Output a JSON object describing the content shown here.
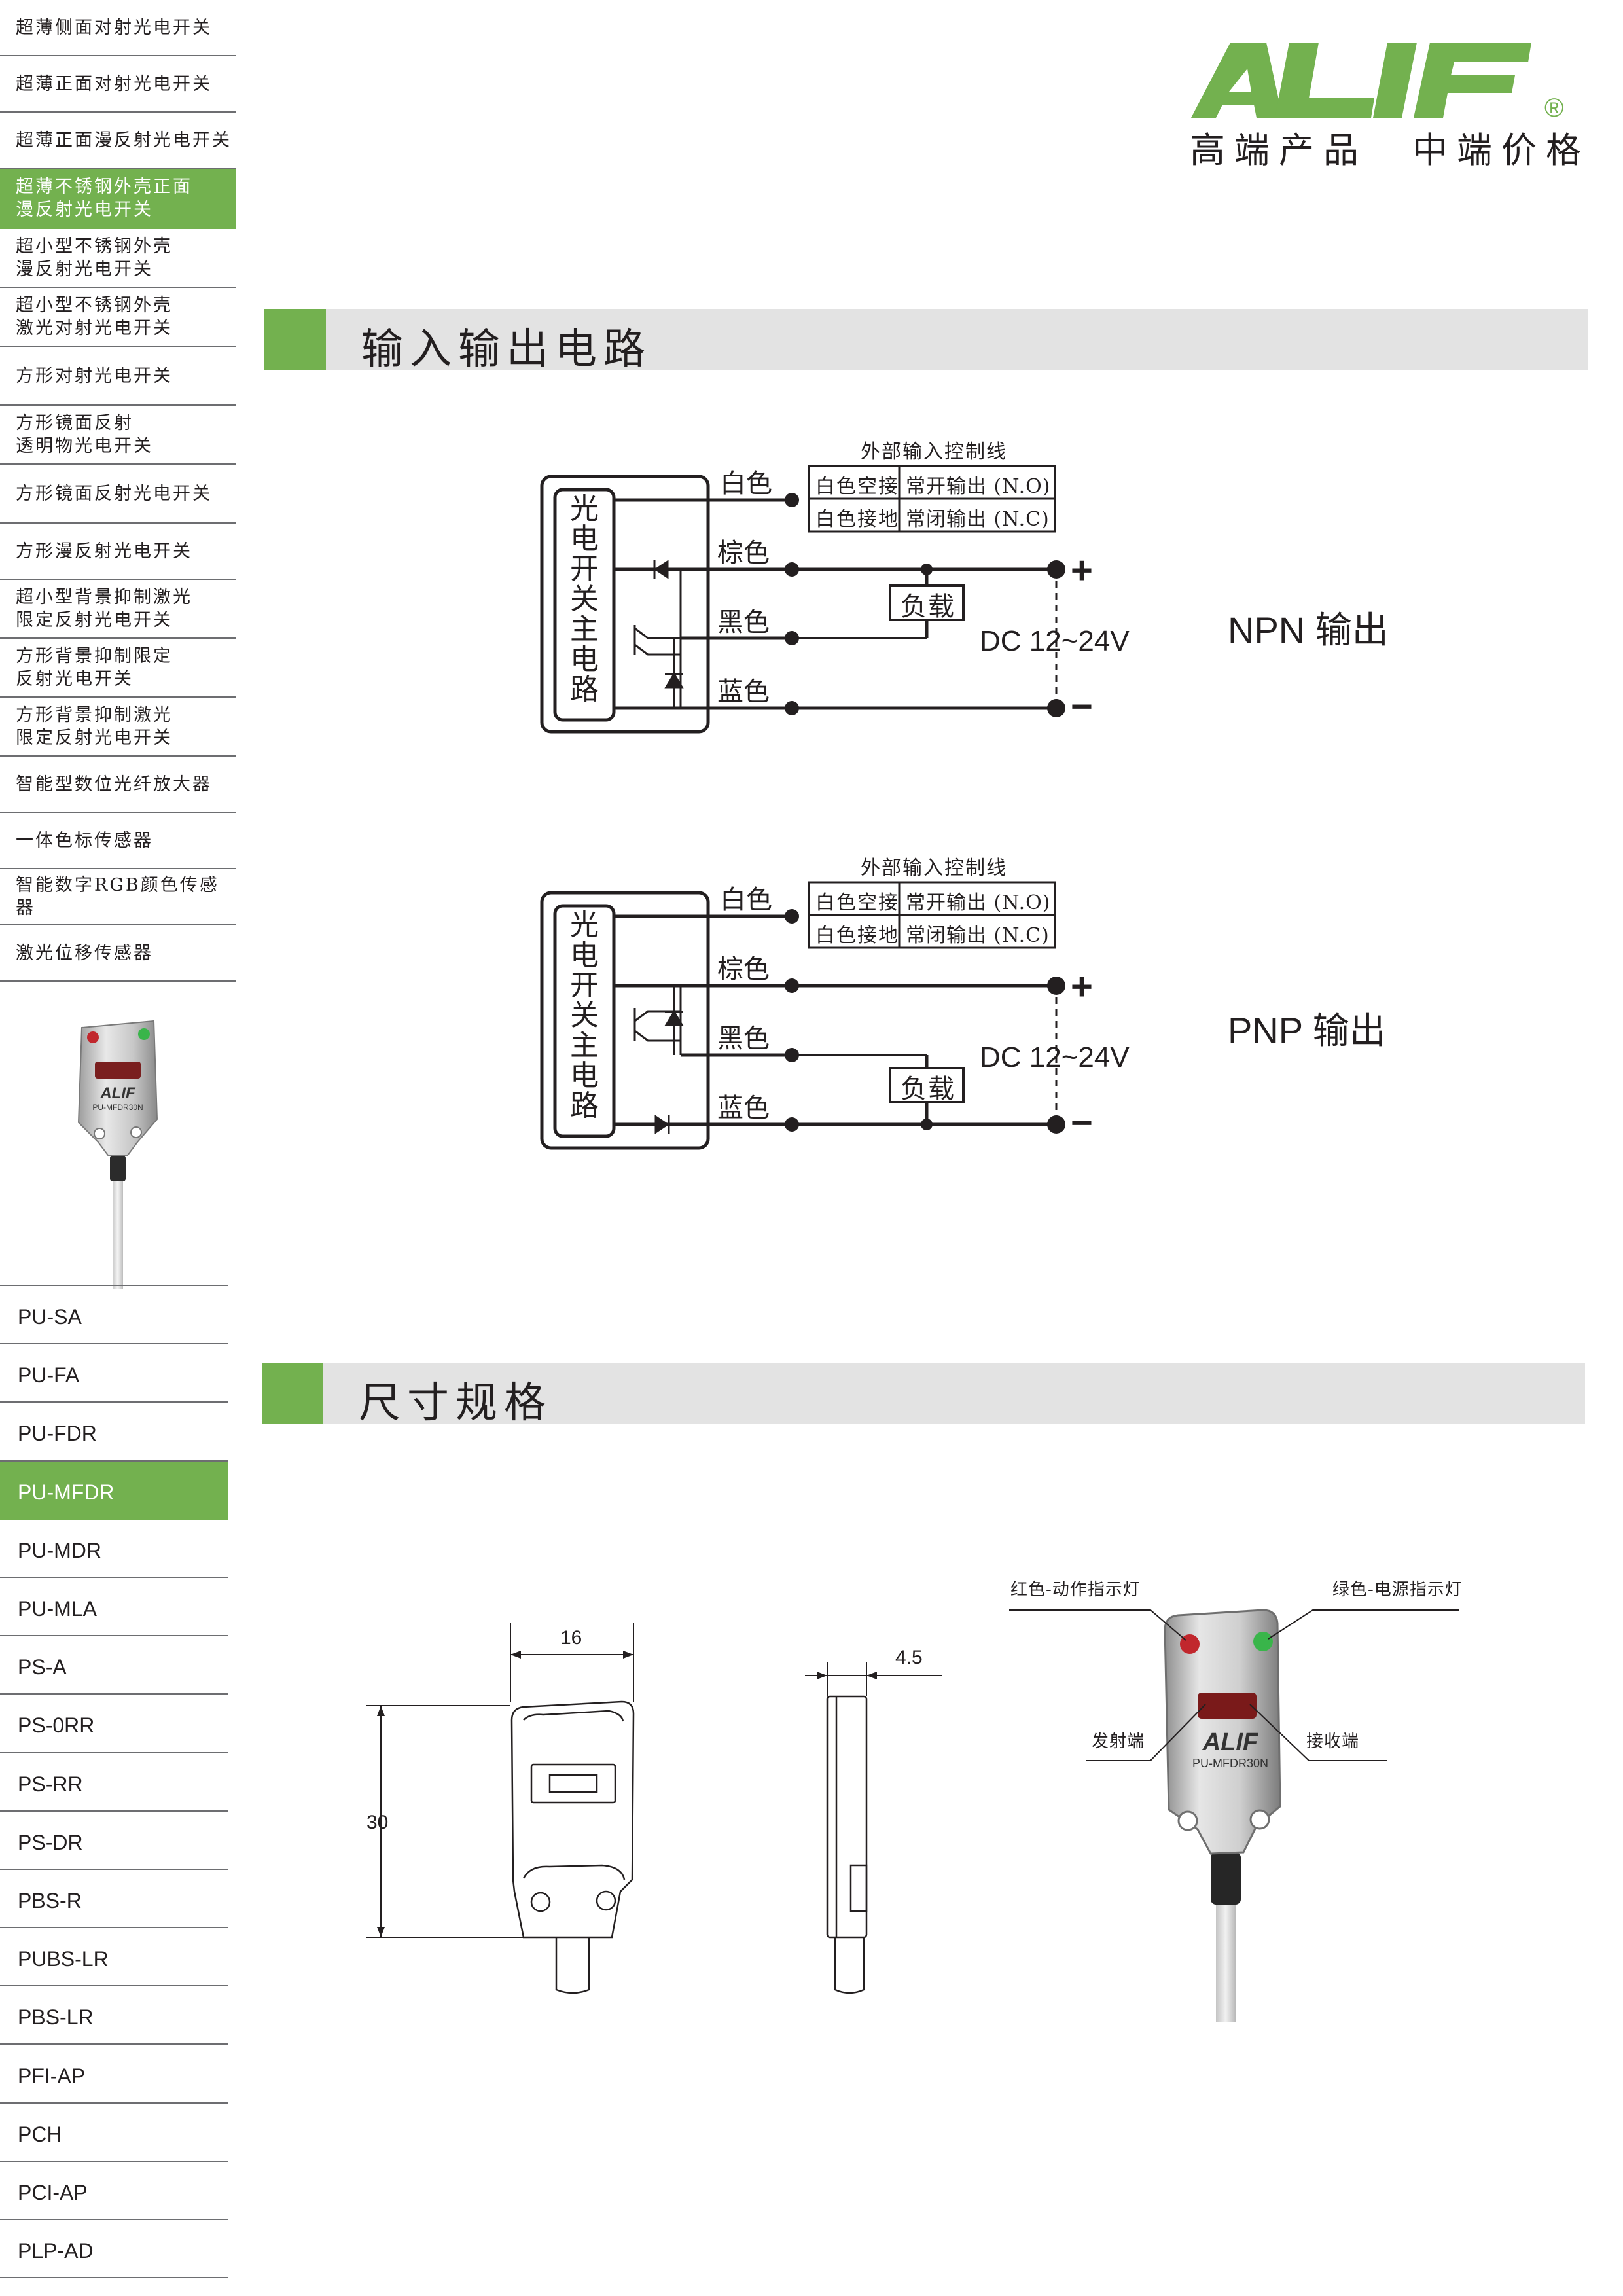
{
  "sidebar": {
    "categories": [
      {
        "label": "超薄侧面对射光电开关",
        "active": false
      },
      {
        "label": "超薄正面对射光电开关",
        "active": false
      },
      {
        "label": "超薄正面漫反射光电开关",
        "active": false
      },
      {
        "label": "超薄不锈钢外壳正面\n漫反射光电开关",
        "active": true
      },
      {
        "label": "超小型不锈钢外壳\n漫反射光电开关",
        "active": false
      },
      {
        "label": "超小型不锈钢外壳\n激光对射光电开关",
        "active": false
      },
      {
        "label": "方形对射光电开关",
        "active": false
      },
      {
        "label": "方形镜面反射\n透明物光电开关",
        "active": false
      },
      {
        "label": "方形镜面反射光电开关",
        "active": false
      },
      {
        "label": "方形漫反射光电开关",
        "active": false
      },
      {
        "label": "超小型背景抑制激光\n限定反射光电开关",
        "active": false
      },
      {
        "label": "方形背景抑制限定\n反射光电开关",
        "active": false
      },
      {
        "label": "方形背景抑制激光\n限定反射光电开关",
        "active": false
      },
      {
        "label": "智能型数位光纤放大器",
        "active": false
      },
      {
        "label": "一体色标传感器",
        "active": false
      },
      {
        "label": "智能数字RGB颜色传感器",
        "active": false
      },
      {
        "label": "激光位移传感器",
        "active": false
      }
    ],
    "thumb_brand": "ALIF",
    "thumb_model": "PU-MFDR30N",
    "models": [
      {
        "label": "PU-SA",
        "active": false
      },
      {
        "label": "PU-FA",
        "active": false
      },
      {
        "label": "PU-FDR",
        "active": false
      },
      {
        "label": "PU-MFDR",
        "active": true
      },
      {
        "label": "PU-MDR",
        "active": false
      },
      {
        "label": "PU-MLA",
        "active": false
      },
      {
        "label": "PS-A",
        "active": false
      },
      {
        "label": "PS-0RR",
        "active": false
      },
      {
        "label": "PS-RR",
        "active": false
      },
      {
        "label": "PS-DR",
        "active": false
      },
      {
        "label": "PBS-R",
        "active": false
      },
      {
        "label": "PUBS-LR",
        "active": false
      },
      {
        "label": "PBS-LR",
        "active": false
      },
      {
        "label": "PFI-AP",
        "active": false
      },
      {
        "label": "PCH",
        "active": false
      },
      {
        "label": "PCI-AP",
        "active": false
      },
      {
        "label": "PLP-AD",
        "active": false
      }
    ]
  },
  "header": {
    "logo_text": "ALIF",
    "registered": "®",
    "slogan": "高端产品　中端价格"
  },
  "sections": {
    "io_title": "输入输出电路",
    "dim_title": "尺寸规格"
  },
  "colors": {
    "accent_green": "#73b14f",
    "section_gray": "#e3e3e3",
    "text_dark": "#231f20"
  },
  "circuit": {
    "main_circuit_label": "光电开关主电路",
    "ext_control_title": "外部输入控制线",
    "ctrl_row1_a": "白色空接",
    "ctrl_row1_b": "常开输出 (N.O)",
    "ctrl_row2_a": "白色接地",
    "ctrl_row2_b": "常闭输出 (N.C)",
    "wire_white": "白色",
    "wire_brown": "棕色",
    "wire_black": "黑色",
    "wire_blue": "蓝色",
    "load": "负载",
    "supply": "DC 12~24V",
    "plus": "+",
    "minus": "−",
    "npn_label": "NPN 输出",
    "pnp_label": "PNP 输出"
  },
  "dimensions": {
    "width": "16",
    "height": "30",
    "thickness": "4.5",
    "red_led": "红色-动作指示灯",
    "green_led": "绿色-电源指示灯",
    "emitter": "发射端",
    "receiver": "接收端",
    "product_brand": "ALIF",
    "product_model": "PU-MFDR30N"
  }
}
